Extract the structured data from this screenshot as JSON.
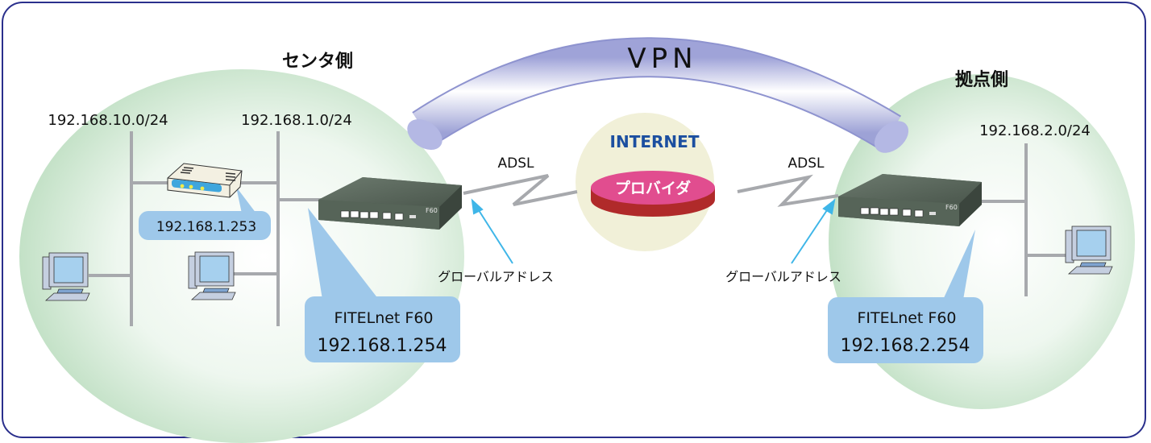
{
  "title": "VPN",
  "center_site": {
    "label": "センタ側",
    "networks": [
      "192.168.10.0/24",
      "192.168.1.0/24"
    ],
    "router_callout": "192.168.1.253",
    "f60_callout": {
      "model": "FITELnet F60",
      "ip": "192.168.1.254"
    },
    "wan": {
      "line": "ADSL",
      "address_label": "グローバルアドレス"
    }
  },
  "internet": {
    "label": "INTERNET",
    "provider": "プロバイダ"
  },
  "branch_site": {
    "label": "拠点側",
    "networks": [
      "192.168.2.0/24"
    ],
    "f60_callout": {
      "model": "FITELnet F60",
      "ip": "192.168.2.254"
    },
    "wan": {
      "line": "ADSL",
      "address_label": "グローバルアドレス"
    }
  },
  "device": {
    "brand": "FITEL",
    "model_badge": "F60"
  },
  "colors": {
    "frame": "#2a2f8c",
    "site_bubble": "#c3e2c6",
    "internet_bubble": "#f1f0d8",
    "provider": "#e14d8f",
    "provider_side": "#b02a2a",
    "internet_text": "#1c4fa0",
    "callout": "#9ec8ea",
    "vpn_tube": "#b4b8e4",
    "line": "#a7a9ad",
    "arrow": "#3fb6e8"
  }
}
